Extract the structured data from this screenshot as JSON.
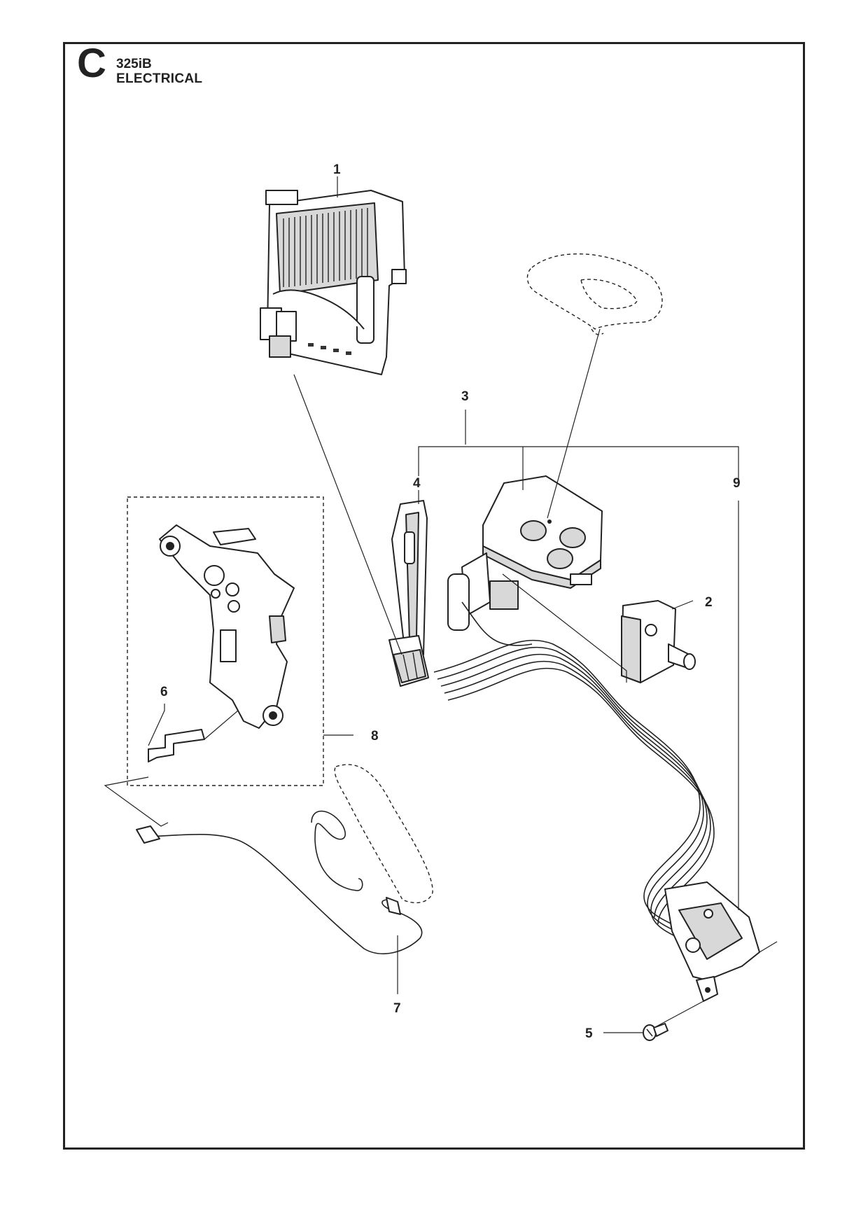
{
  "header": {
    "section_letter": "C",
    "model": "325iB",
    "title": "ELECTRICAL"
  },
  "callouts": {
    "c1": "1",
    "c2": "2",
    "c3": "3",
    "c4": "4",
    "c5": "5",
    "c6": "6",
    "c7": "7",
    "c8": "8",
    "c9": "9"
  }
}
